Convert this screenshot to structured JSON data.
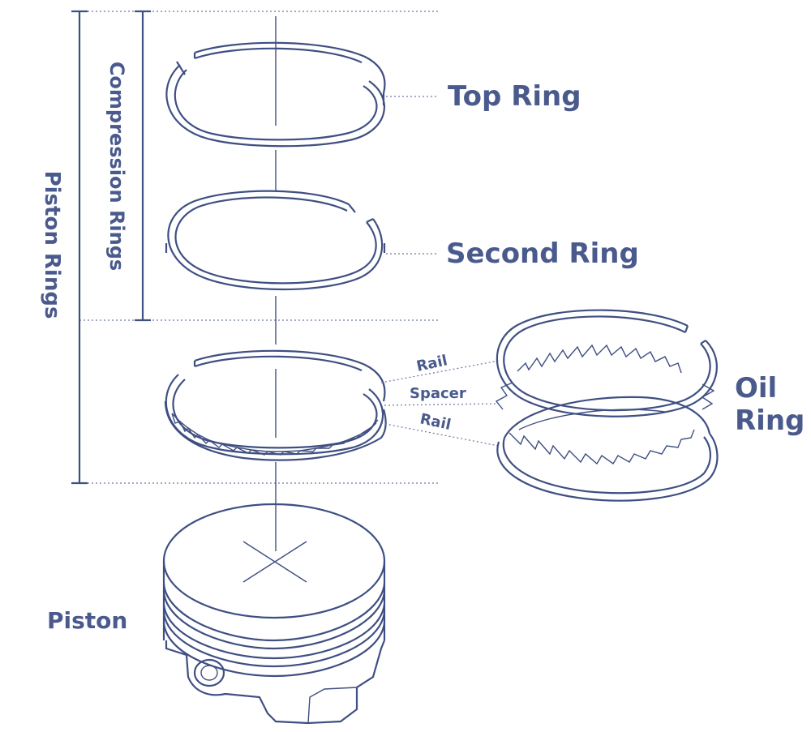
{
  "labels": {
    "piston_rings": "Piston Rings",
    "compression_rings": "Compression Rings",
    "top_ring": "Top Ring",
    "second_ring": "Second Ring",
    "oil_ring_line1": "Oil",
    "oil_ring_line2": "Ring",
    "rail_upper": "Rail",
    "spacer": "Spacer",
    "rail_lower": "Rail",
    "piston": "Piston"
  },
  "colors": {
    "ink": "#3f4f82",
    "label": "#4a5a8c",
    "background": "#ffffff"
  }
}
